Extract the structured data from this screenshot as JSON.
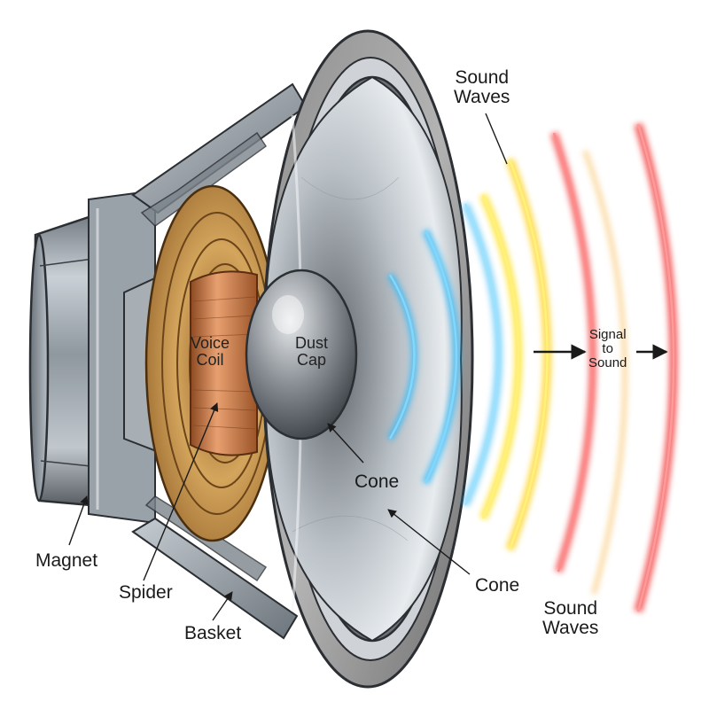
{
  "labels": {
    "sound_waves_top": {
      "line1": "Sound",
      "line2": "Waves"
    },
    "sound_waves_bottom": {
      "line1": "Sound",
      "line2": "Waves"
    },
    "voice_coil": {
      "line1": "Voice",
      "line2": "Coil"
    },
    "dust_cap": {
      "line1": "Dust",
      "line2": "Cap"
    },
    "cone_upper": "Cone",
    "cone_lower": "Cone",
    "magnet": "Magnet",
    "spider": "Spider",
    "basket": "Basket",
    "signal_to_sound": {
      "line1": "Signal",
      "line2": "to",
      "line3": "Sound"
    }
  },
  "colors": {
    "wave_blue": "#29b6f6",
    "wave_yellow": "#ffe019",
    "wave_red": "#f23a3a",
    "copper": "#c9703f",
    "spider_gold": "#c9964e",
    "steel": "#9ea7b0"
  },
  "icons": [
    "arrow-right-icon",
    "leader-arrow-icon"
  ]
}
